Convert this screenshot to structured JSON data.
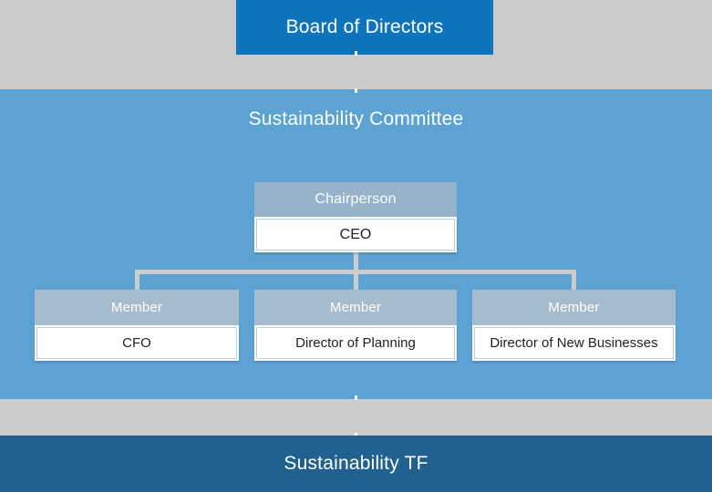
{
  "colors": {
    "gray-band": "#CBCBCB",
    "board-blue": "#0B74BC",
    "committee-blue": "#5CA2D2",
    "chair-header": "#97B3C9",
    "member-header": "#A6BCCC",
    "connector": "#C9CDD0",
    "tf-blue": "#20618F",
    "title-text": "#FFFFFF",
    "body-text": "#222222"
  },
  "board": {
    "label": "Board of Directors"
  },
  "committee": {
    "title": "Sustainability Committee",
    "chair": {
      "role": "Chairperson",
      "name": "CEO"
    },
    "members": [
      {
        "role": "Member",
        "name": "CFO"
      },
      {
        "role": "Member",
        "name": "Director of Planning"
      },
      {
        "role": "Member",
        "name": "Director of New Businesses"
      }
    ]
  },
  "taskforce": {
    "label": "Sustainability TF"
  }
}
